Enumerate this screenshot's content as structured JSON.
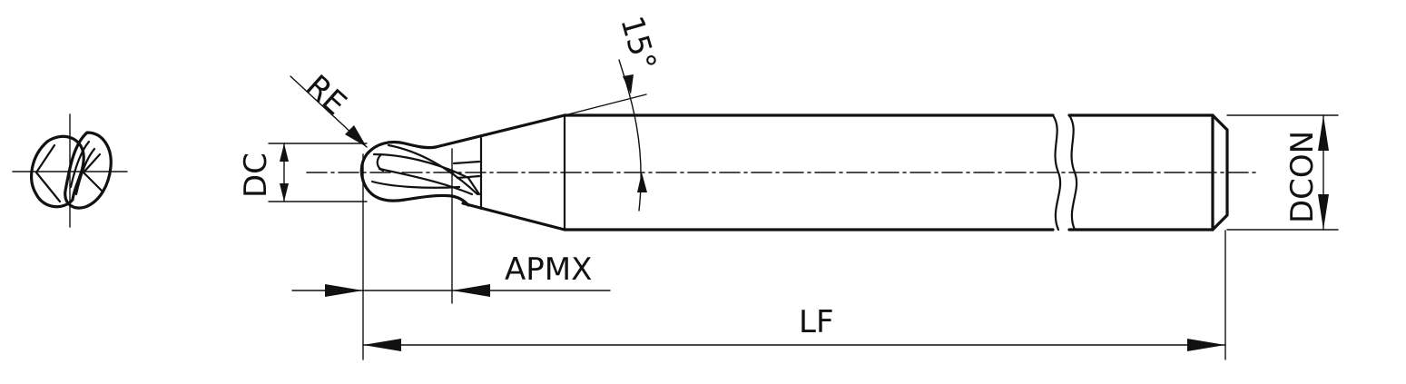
{
  "labels": {
    "re": "RE",
    "dc": "DC",
    "angle": "15°",
    "apmx": "APMX",
    "lf": "LF",
    "dcon": "DCON"
  },
  "colors": {
    "ink": "#111111",
    "background": "#ffffff"
  }
}
